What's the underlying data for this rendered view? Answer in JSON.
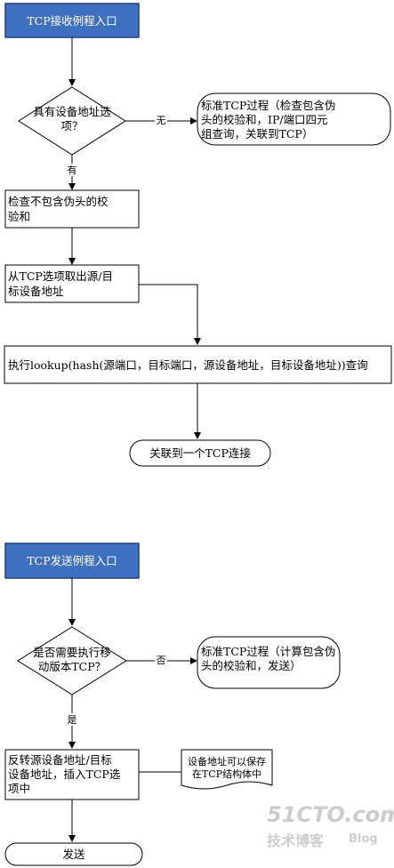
{
  "receive": {
    "start": "TCP接收例程入口",
    "decision": [
      "具有设备地址选",
      "项？"
    ],
    "no_label": "无",
    "yes_label": "有",
    "standard": [
      "标准TCP过程（检查包含伪",
      "头的校验和，IP/端口四元",
      "组查询，关联到TCP）"
    ],
    "check": [
      "检查不包含伪头的校",
      "验和"
    ],
    "extract": [
      "从TCP选项取出源/目",
      "标设备地址"
    ],
    "lookup": "执行lookup(hash(源端口，目标端口，源设备地址，目标设备地址))查询",
    "associate": "关联到一个TCP连接"
  },
  "send": {
    "start": "TCP发送例程入口",
    "decision": [
      "是否需要执行移",
      "动版本TCP？"
    ],
    "no_label": "否",
    "yes_label": "是",
    "standard": [
      "标准TCP过程（计算包含伪",
      "头的校验和，发送）"
    ],
    "reverse": [
      "反转源设备地址/目标",
      "设备地址，插入TCP选",
      "项中"
    ],
    "note": [
      "设备地址可以保存",
      "在TCP结构体中"
    ],
    "send": "发送"
  },
  "watermark": {
    "logo": "51CTO.com",
    "sub": "技术博客",
    "blog": "Blog"
  },
  "colors": {
    "start_fill": "#3f6fbf",
    "start_border": "#1f3f7f"
  }
}
